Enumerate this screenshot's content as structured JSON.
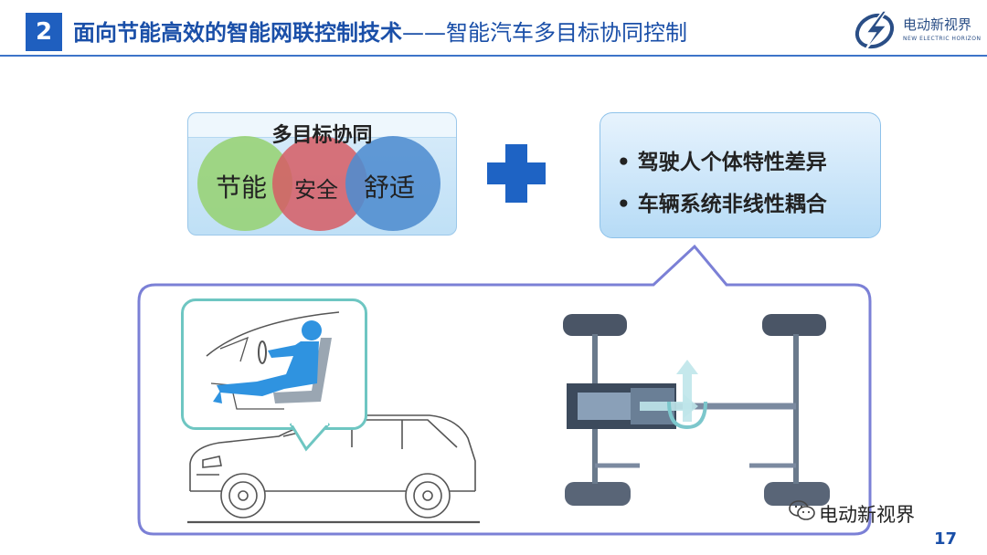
{
  "header": {
    "section_number": "2",
    "title_main": "面向节能高效的智能网联控制技术",
    "title_separator": "——",
    "title_sub": "智能汽车多目标协同控制",
    "logo_cn": "电动新视界",
    "logo_en": "NEW ELECTRIC HORIZON"
  },
  "venn": {
    "title": "多目标协同",
    "labels": [
      "节能",
      "安全",
      "舒适"
    ]
  },
  "factors": [
    "• 驾驶人个体特性差异",
    "• 车辆系统非线性耦合"
  ],
  "icons": {
    "plus": "plus-icon",
    "wechat": "wechat-icon",
    "logo": "lightning-globe-logo"
  },
  "watermark": "电动新视界",
  "page_number": "17",
  "colors": {
    "accent_blue": "#1f5fbf",
    "callout_border": "#7b80d6",
    "driver_bubble_border": "#6ec6c2"
  }
}
